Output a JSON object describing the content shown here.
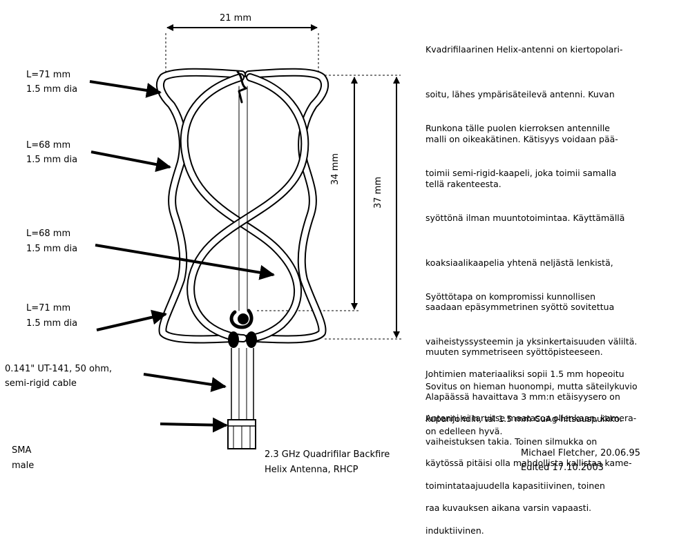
{
  "labels": {
    "wire1": [
      "L=71 mm",
      "1.5 mm dia"
    ],
    "wire2": [
      "L=68 mm",
      "1.5 mm dia"
    ],
    "wire3": [
      "L=68 mm",
      "1.5 mm dia"
    ],
    "wire4": [
      "L=71 mm",
      "1.5 mm dia"
    ],
    "cable": [
      "0.141\" UT-141, 50 ohm,",
      "semi-rigid cable"
    ],
    "connector": [
      "SMA",
      "male"
    ]
  },
  "dimensions": {
    "width": "21 mm",
    "height_inner": "34 mm",
    "height_outer": "37 mm"
  },
  "caption": [
    "2.3 GHz Quadrifilar Backfire",
    "Helix Antenna, RHCP"
  ],
  "author": [
    "Michael Fletcher, 20.06.95",
    "Edited 17.10.2003"
  ],
  "paragraphs": [
    [
      "Kvadrifilaarinen Helix-antenni on kiertopolari-",
      "soitu, lähes ympärisäteilevä antenni. Kuvan",
      "malli on oikeakätinen. Kätisyys voidaan pää-",
      "tellä rakenteesta."
    ],
    [
      "Runkona tälle puolen kierroksen antennille",
      "toimii semi-rigid-kaapeli, joka toimii samalla",
      "syöttönä ilman muuntotoimintaa. Käyttämällä",
      "koaksiaalikaapelia yhtenä neljästä lenkistä,",
      "saadaan epäsymmetrinen syöttö sovitettua",
      "muuten symmetriseen syöttöpisteeseen.",
      "Alapäässä havaittava 3 mm:n etäisyysero on",
      "vaiheistuksen takia. Toinen silmukka on",
      "toimintataajuudella kapasitiivinen, toinen",
      "induktiivinen."
    ],
    [
      "Syöttötapa on kompromissi kunnollisen",
      "vaiheistyssysteemin ja yksinkertaisuuden väliltä.",
      "Sovitus on hieman huonompi, mutta säteilykuvio",
      "on edelleen hyvä."
    ],
    [
      "Johtimien materiaaliksi sopii 1.5 mm hopeoitu",
      "kuparijohdin, tai 1.5 mm CuAg-hitsauspuikko."
    ],
    [
      "Antenni ei tarvitse maatasoa ollenkaan, kamera-",
      "käytössä pitäisi olla mahdollista kallistaa kame-",
      "raa kuvauksen aikana varsin vapaasti."
    ]
  ]
}
